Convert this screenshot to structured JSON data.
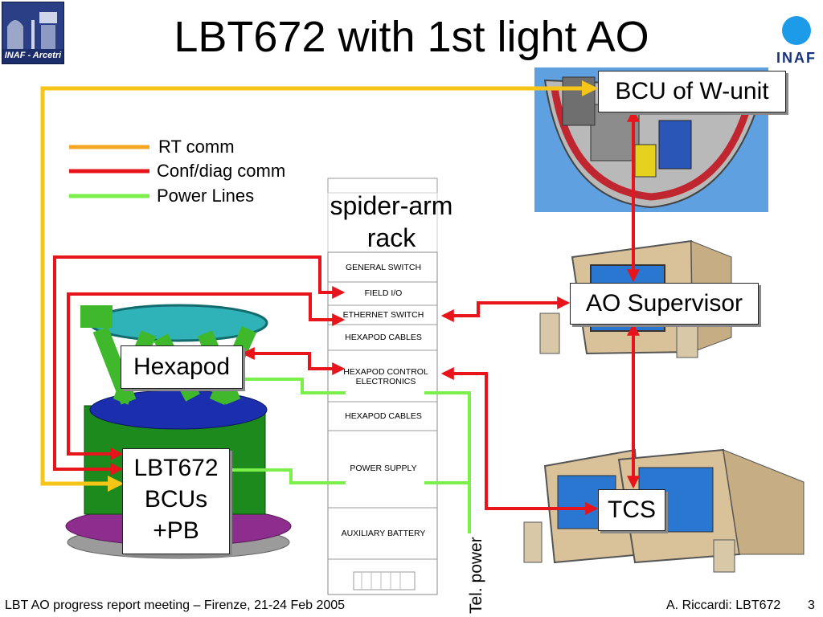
{
  "title": "LBT672 with 1st light AO",
  "logos": {
    "left_logo_text": "INAF - Arcetri",
    "right_logo_text": "INAF"
  },
  "legend": [
    {
      "label": "RT comm",
      "color": "#f5a623"
    },
    {
      "label": "Conf/diag comm",
      "color": "#e8141b"
    },
    {
      "label": "Power Lines",
      "color": "#7cf04a"
    }
  ],
  "colors": {
    "orange_line": "#f5a623",
    "yellow_line": "#f5c518",
    "red_line": "#e8141b",
    "green_line": "#7cf04a"
  },
  "rack": {
    "title": "spider-arm rack",
    "title_line1": "spider-arm",
    "title_line2": "rack",
    "slots": [
      "GENERAL SWITCH",
      "FIELD I/O",
      "ETHERNET SWITCH",
      "HEXAPOD CABLES",
      "HEXAPOD CONTROL ELECTRONICS",
      "HEXAPOD CABLES",
      "POWER SUPPLY",
      "AUXILIARY BATTERY"
    ]
  },
  "nodes": {
    "bcu_w": "BCU of W-unit",
    "ao_supervisor": "AO Supervisor",
    "tcs": "TCS",
    "hexapod": "Hexapod",
    "lbt_bcus_line1": "LBT672",
    "lbt_bcus_line2": "BCUs",
    "lbt_bcus_line3": "+PB"
  },
  "tel_power": "Tel. power",
  "footer": {
    "left": "LBT AO progress report meeting – Firenze, 21-24 Feb 2005",
    "author": "A. Riccardi: LBT672",
    "page": "3"
  }
}
